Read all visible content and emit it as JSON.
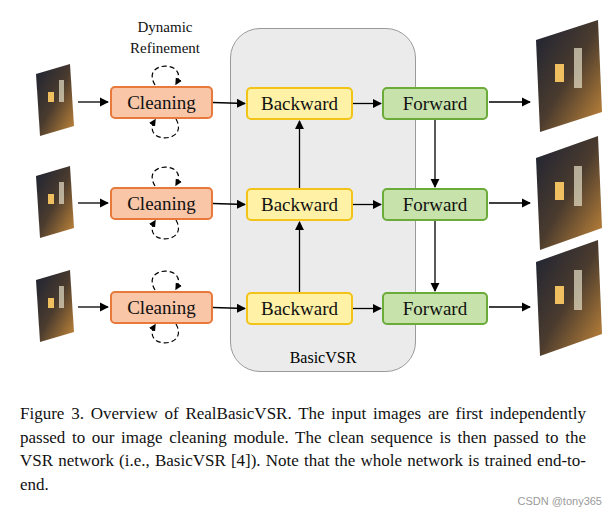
{
  "diagram": {
    "caption": "Figure 3. Overview of RealBasicVSR. The input images are first independently passed to our image cleaning module. The clean sequence is then passed to the VSR network (i.e., BasicVSR [4]). Note that the whole network is trained end-to-end.",
    "nodes": [
      {
        "text": [
          "Cleaning"
        ]
      },
      {
        "text": [
          "BasicVSR"
        ]
      },
      {
        "text": [
          "Backward"
        ],
        "in": 1
      },
      {
        "text": [
          "Forward"
        ],
        "in": 1
      },
      {
        "text": [
          "Cleaning"
        ]
      },
      {
        "text": [
          "Backward"
        ],
        "in": 1
      },
      {
        "text": [
          "Forward"
        ],
        "in": 1
      },
      {
        "text": [
          "Cleaning"
        ]
      },
      {
        "text": [
          "Backward"
        ],
        "in": 1
      },
      {
        "text": [
          "Forward"
        ],
        "in": 1
      }
    ],
    "edges": [
      {
        "from": 0,
        "to": 2,
        "arrow": "to"
      },
      {
        "from": 4,
        "to": 5,
        "arrow": "to"
      },
      {
        "from": 7,
        "to": 8,
        "arrow": "to"
      },
      {
        "from": 8,
        "to": 5,
        "arrow": "to"
      },
      {
        "from": 5,
        "to": 2,
        "arrow": "to"
      },
      {
        "from": 2,
        "to": 3,
        "arrow": "to"
      },
      {
        "from": 5,
        "to": 6,
        "arrow": "to"
      },
      {
        "from": 8,
        "to": 9,
        "arrow": "to"
      },
      {
        "from": 3,
        "to": 6,
        "arrow": "to"
      },
      {
        "from": 6,
        "to": 9,
        "arrow": "to"
      }
    ],
    "labels": [
      "Dynamic Refinement",
      "CSDN @tony365"
    ]
  }
}
